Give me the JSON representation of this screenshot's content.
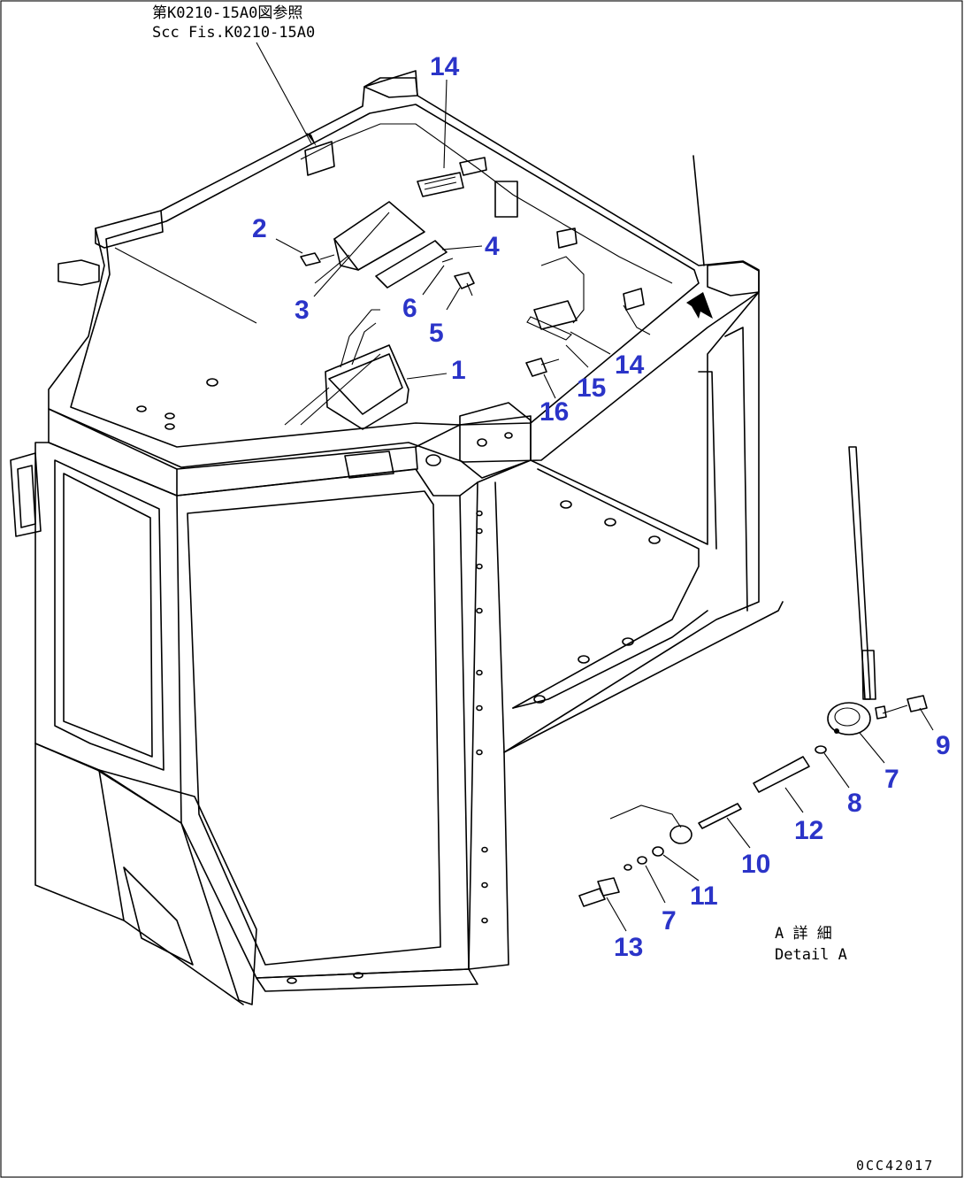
{
  "reference_note": {
    "line_jp": "第K0210-15A0図参照",
    "line_en": "Scc Fis.K0210-15A0"
  },
  "detail_label": {
    "line_jp": "A 詳 細",
    "line_en": "Detail A"
  },
  "drawing_code": "0CC42017",
  "callouts": {
    "c14a": "14",
    "c2": "2",
    "c4": "4",
    "c3": "3",
    "c6": "6",
    "c5": "5",
    "c1": "1",
    "c14b": "14",
    "c15": "15",
    "c16": "16",
    "c9": "9",
    "c7a": "7",
    "c8": "8",
    "c12": "12",
    "c10": "10",
    "c11": "11",
    "c7b": "7",
    "c13": "13"
  },
  "colors": {
    "callout": "#2b34c8",
    "ink": "#000000"
  }
}
